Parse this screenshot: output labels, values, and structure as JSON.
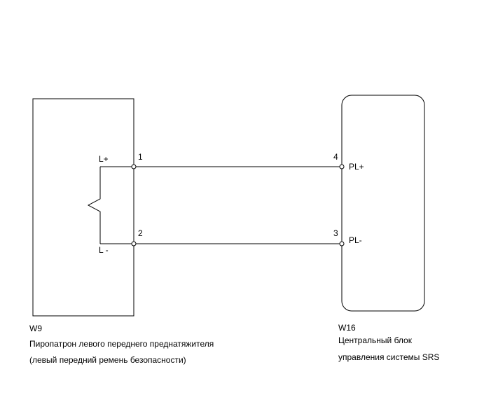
{
  "left_component": {
    "id": "W9",
    "name_line1": "Пиропатрон левого переднего преднатяжителя",
    "name_line2": "(левый передний ремень безопасности)",
    "pin_top_label": "L+",
    "pin_bottom_label": "L -",
    "pin_top_number": "1",
    "pin_bottom_number": "2"
  },
  "right_component": {
    "id": "W16",
    "name_line1": "Центральный блок",
    "name_line2": "управления системы SRS",
    "pin_top_label": "PL+",
    "pin_bottom_label": "PL-",
    "pin_top_number": "4",
    "pin_bottom_number": "3"
  }
}
